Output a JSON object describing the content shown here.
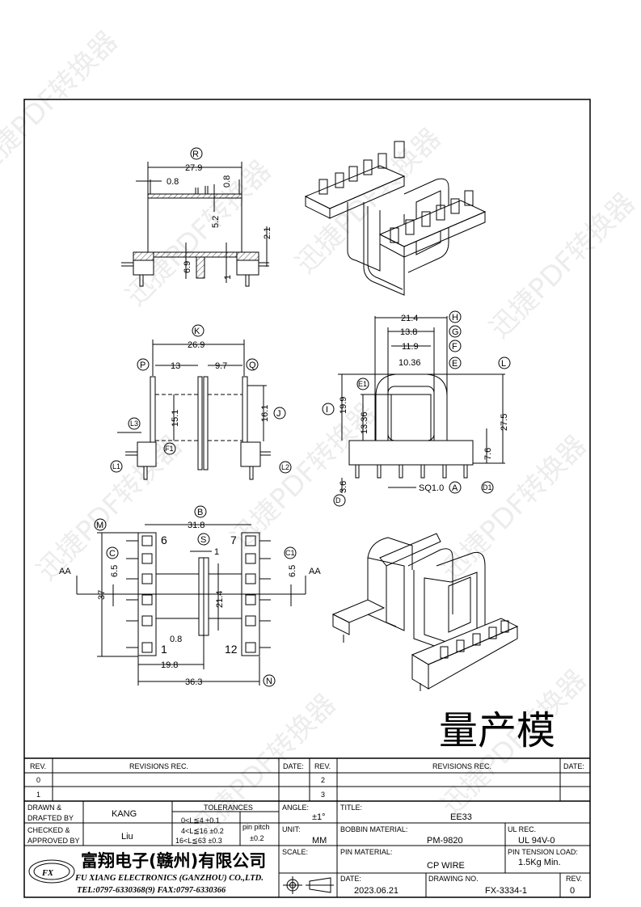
{
  "watermark": "迅捷PDF转换器",
  "stamp_text": "量产模",
  "views": {
    "side_section": {
      "label_r": "R",
      "width": "27.9",
      "wall": "0.8",
      "slot_depth": "5.2",
      "slot_wall": "0.8",
      "base_h": "2.1",
      "center_h": "6.9",
      "base_thk": "1"
    },
    "front": {
      "label_k": "K",
      "width": "26.9",
      "label_p": "P",
      "label_q": "Q",
      "left_win": "13",
      "right_win": "9.7",
      "win_h_left": "15.1",
      "win_h_right": "16.1",
      "label_j": "J",
      "label_f1": "F1",
      "label_l1": "L1",
      "label_l2": "L2",
      "label_l3": "L3"
    },
    "end": {
      "w_h": "21.4",
      "w_g": "13.8",
      "w_f": "11.9",
      "w_e": "10.36",
      "label_h": "H",
      "label_g": "G",
      "label_f": "F",
      "label_e": "E",
      "label_e1": "E1",
      "label_l": "L",
      "label_i": "I",
      "h_i": "19.9",
      "h_e1": "13.36",
      "total_h": "27.5",
      "base_h": "7.6",
      "pin_len": "3.6",
      "label_d": "D",
      "label_d1": "D1",
      "pin_sq": "SQ1.0",
      "label_a": "A"
    },
    "bottom": {
      "label_b": "B",
      "pin_span": "31.8",
      "label_m": "M",
      "label_s": "S",
      "div_w": "1",
      "label_c": "C",
      "label_c1": "C1",
      "pitch_l": "6.5",
      "pitch_r": "6.5",
      "section_l": "AA",
      "section_r": "AA",
      "length": "37",
      "inner_h": "21.4",
      "div_thk": "0.8",
      "half": "19.8",
      "overall": "36.3",
      "label_n": "N",
      "pin6": "6",
      "pin7": "7",
      "pin1": "1",
      "pin12": "12"
    }
  },
  "title_block": {
    "rev_header": "REV.",
    "revisions_header": "REVISIONS   REC.",
    "date_header": "DATE:",
    "revs_left": [
      "0",
      "1"
    ],
    "revs_right": [
      "2",
      "3"
    ],
    "drawn_label_1": "DRAWN  &",
    "drawn_label_2": "DRAFTED  BY",
    "drawn_by": "KANG",
    "checked_label_1": "CHECKED  &",
    "checked_label_2": "APPROVED  BY",
    "checked_by": "Liu",
    "tolerances_label": "TOLERANCES",
    "tolerances": [
      "0<L≦4    ±0.1",
      "4<L≦16  ±0.2",
      "16<L≦63  ±0.3"
    ],
    "pin_pitch_label": "pin  pitch",
    "pin_pitch_tol": "±0.2",
    "angle_label": "ANGLE:",
    "angle": "±1°",
    "unit_label": "UNIT:",
    "unit": "MM",
    "scale_label": "SCALE:",
    "title_label": "TITLE:",
    "title": "EE33",
    "bobbin_label": "BOBBIN  MATERIAL:",
    "bobbin": "PM-9820",
    "ul_label": "UL  REC.",
    "ul": "UL  94V-0",
    "pin_mat_label": "PIN  MATERIAL:",
    "pin_mat": "CP  WIRE",
    "tension_label": "PIN  TENSION  LOAD:",
    "tension": "1.5Kg  Min.",
    "date_label": "DATE:",
    "date": "2023.06.21",
    "drawing_no_label": "DRAWING  NO.",
    "drawing_no": "FX-3334-1",
    "rev_label": "REV.",
    "rev": "0",
    "company_cn": "富翔电子(赣州)有限公司",
    "company_en": "FU  XIANG  ELECTRONICS  (GANZHOU)  CO.,LTD.",
    "contact": "TEL:0797-6330368(9)   FAX:0797-6330366",
    "logo_text": "FX"
  }
}
